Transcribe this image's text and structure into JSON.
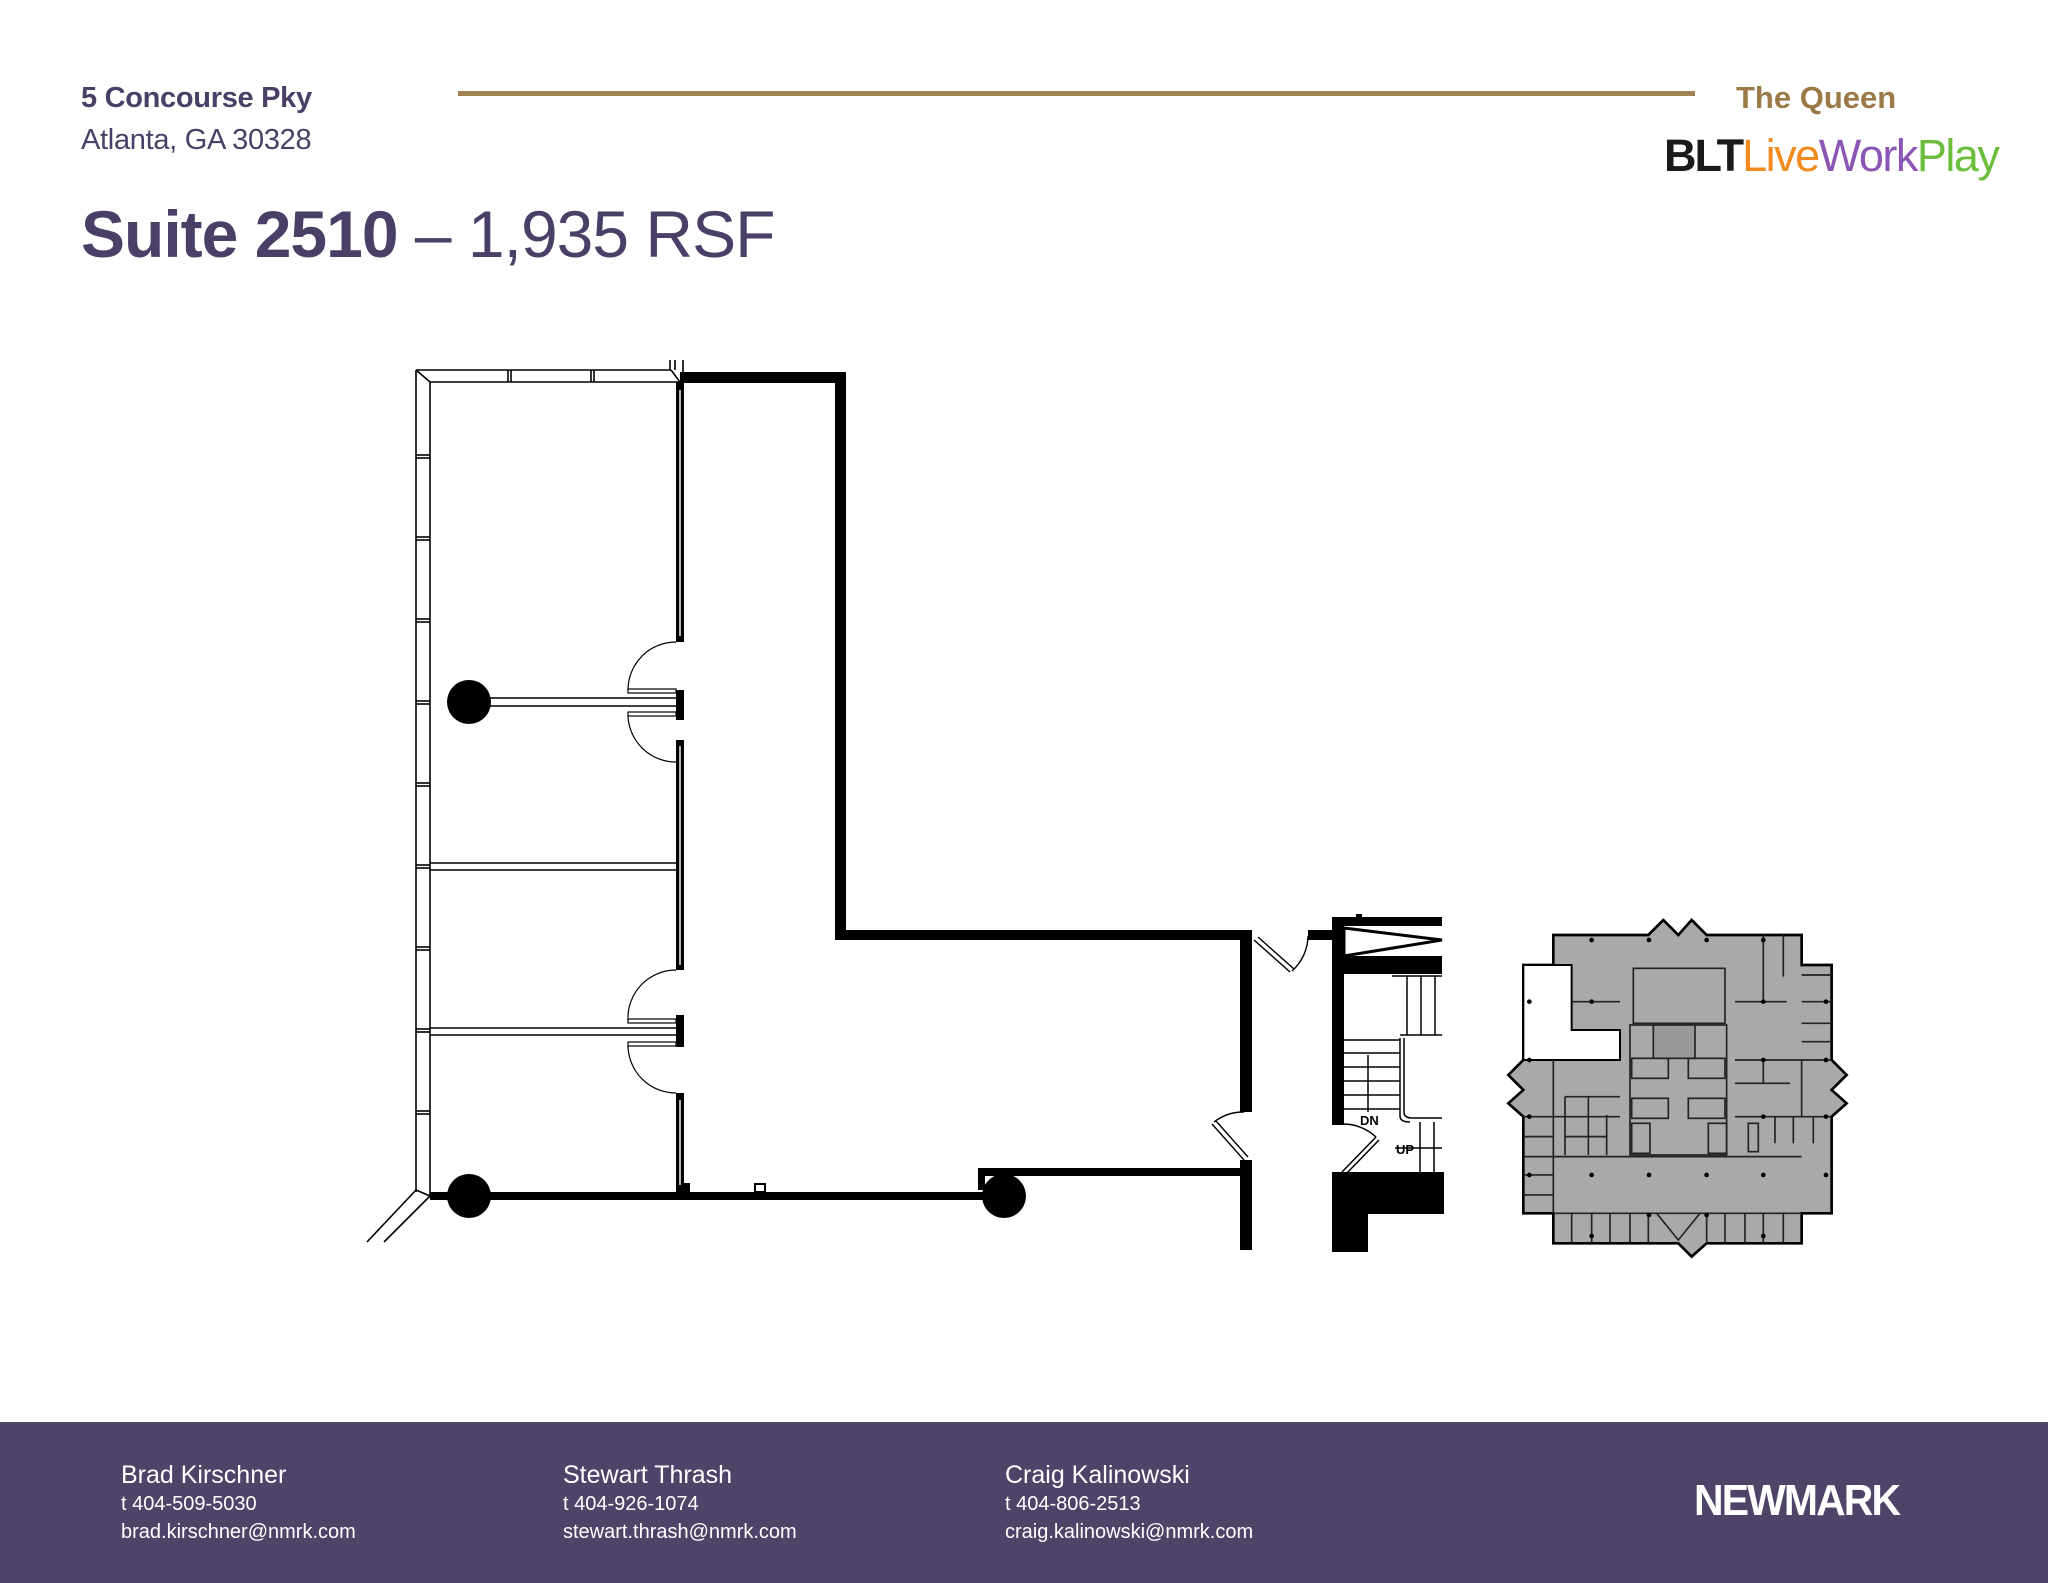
{
  "header": {
    "address_line1": "5 Concourse Pky",
    "address_line2": "Atlanta, GA 30328",
    "suite_label": "Suite 2510",
    "separator": " – ",
    "area": "1,935 RSF",
    "building_name": "The Queen",
    "brand": {
      "part1": "BLT",
      "part2": "Live",
      "part3": "Work",
      "part4": "Play"
    }
  },
  "floor_plan": {
    "stair_labels": {
      "down": "DN",
      "up": "UP"
    }
  },
  "footer": {
    "contacts": [
      {
        "name": "Brad Kirschner",
        "phone": "t 404-509-5030",
        "email": "brad.kirschner@nmrk.com"
      },
      {
        "name": "Stewart Thrash",
        "phone": "t 404-926-1074",
        "email": "stewart.thrash@nmrk.com"
      },
      {
        "name": "Craig Kalinowski",
        "phone": "t 404-806-2513",
        "email": "craig.kalinowski@nmrk.com"
      }
    ],
    "logo": "NEWMARK"
  },
  "colors": {
    "primary_purple": "#4a3f66",
    "footer_bg": "#4f4468",
    "gold": "#a0814f",
    "brand_orange": "#f18a1f",
    "brand_purple": "#8a55b5",
    "brand_green": "#6bbd3b"
  }
}
